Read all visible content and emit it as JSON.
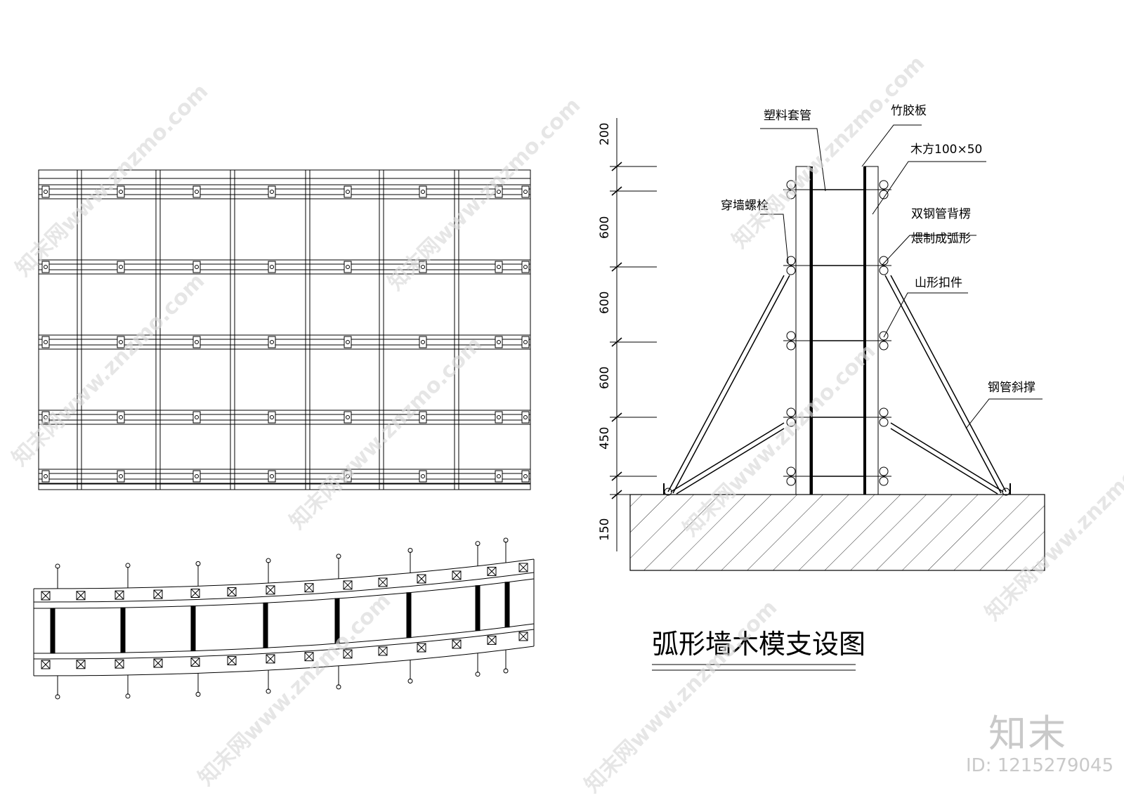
{
  "labels": {
    "plastic_sleeve": "塑料套管",
    "bamboo_board": "竹胶板",
    "timber": "木方100×50",
    "through_bolt": "穿墙螺栓",
    "double_pipe_line1": "双钢管背楞",
    "double_pipe_line2": "煨制成弧形",
    "mountain_clip": "山形扣件",
    "steel_brace": "钢管斜撑"
  },
  "dimensions": [
    "200",
    "600",
    "600",
    "600",
    "450",
    "150"
  ],
  "title": "弧形墙木模支设图",
  "brand": {
    "logo": "知末",
    "id": "ID: 1215279045"
  },
  "watermark": "知末网www.znzmo.com",
  "colors": {
    "line": "#000000",
    "watermark": "#d9d9d9"
  }
}
